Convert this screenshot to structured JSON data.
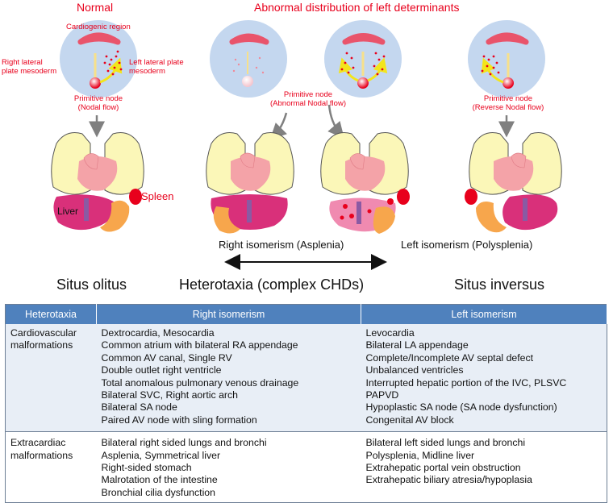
{
  "headers": {
    "normal": "Normal",
    "abnormal": "Abnormal distribution of left determinants"
  },
  "labels": {
    "cardiogenic": "Cardiogenic region",
    "right_lpm_1": "Right lateral",
    "right_lpm_2": "plate mesoderm",
    "left_lpm_1": "Left lateral plate",
    "left_lpm_2": "mesoderm",
    "node_normal_1": "Primitive node",
    "node_normal_2": "(Nodal flow)",
    "node_abn_1": "Primitive node",
    "node_abn_2": "(Abnormal Nodal flow)",
    "node_rev_1": "Primitive node",
    "node_rev_2": "(Reverse Nodal flow)",
    "spleen": "Spleen",
    "liver": "Liver",
    "right_isomerism": "Right isomerism (Asplenia)",
    "left_isomerism": "Left isomerism (Polysplenia)",
    "situs_solitus": "Situs olitus",
    "heterotaxia": "Heterotaxia (complex CHDs)",
    "situs_inversus": "Situs inversus"
  },
  "colors": {
    "accent_red": "#e8001c",
    "circle_blue": "#c4d7ef",
    "crescent": "#e9546b",
    "lung": "#fbf7b8",
    "heart": "#f4a3a8",
    "liver": "#d9307a",
    "stomach": "#f7a64c",
    "table_header": "#4f81bd"
  },
  "table": {
    "headers": [
      "Heterotaxia",
      "Right isomerism",
      "Left isomerism"
    ],
    "rows": [
      {
        "label": [
          "Cardiovascular",
          "malformations"
        ],
        "right": [
          "Dextrocardia, Mesocardia",
          "Common atrium with bilateral RA appendage",
          "Common AV canal, Single RV",
          "Double outlet right ventricle",
          "Total anomalous pulmonary venous drainage",
          "Bilateral SVC, Right aortic arch",
          "Bilateral SA node",
          "Paired AV node with sling formation"
        ],
        "left": [
          "Levocardia",
          "Bilateral LA appendage",
          "Complete/Incomplete AV septal defect",
          "Unbalanced ventricles",
          "Interrupted hepatic portion of the IVC, PLSVC",
          "PAPVD",
          "Hypoplastic SA node (SA node dysfunction)",
          "Congenital AV block"
        ]
      },
      {
        "label": [
          "Extracardiac",
          "malformations"
        ],
        "right": [
          "Bilateral right sided lungs and bronchi",
          "Asplenia, Symmetrical liver",
          "Right-sided stomach",
          "Malrotation of the intestine",
          "Bronchial cilia dysfunction"
        ],
        "left": [
          "Bilateral left sided lungs and bronchi",
          "Polysplenia, Midline liver",
          "Extrahepatic portal vein obstruction",
          "Extrahepatic biliary atresia/hypoplasia"
        ]
      }
    ]
  }
}
